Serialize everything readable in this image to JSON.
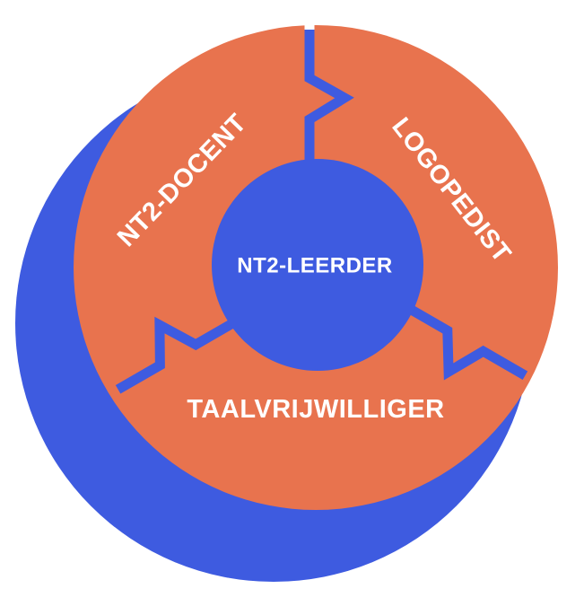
{
  "diagram": {
    "description": "Cycle diagram: three orange ring segments around a central blue circle",
    "center": {
      "label": "NT2-LEERDER"
    },
    "ring_segments": [
      {
        "label": "NT2-DOCENT",
        "position": "top-left"
      },
      {
        "label": "LOGOPEDIST",
        "position": "top-right"
      },
      {
        "label": "TAALVRIJWILLIGER",
        "position": "bottom"
      }
    ],
    "colors": {
      "blue": "#3E5BE0",
      "orange": "#E8734E",
      "label_text": "#FFFFFF",
      "background": "#FFFFFF"
    }
  }
}
